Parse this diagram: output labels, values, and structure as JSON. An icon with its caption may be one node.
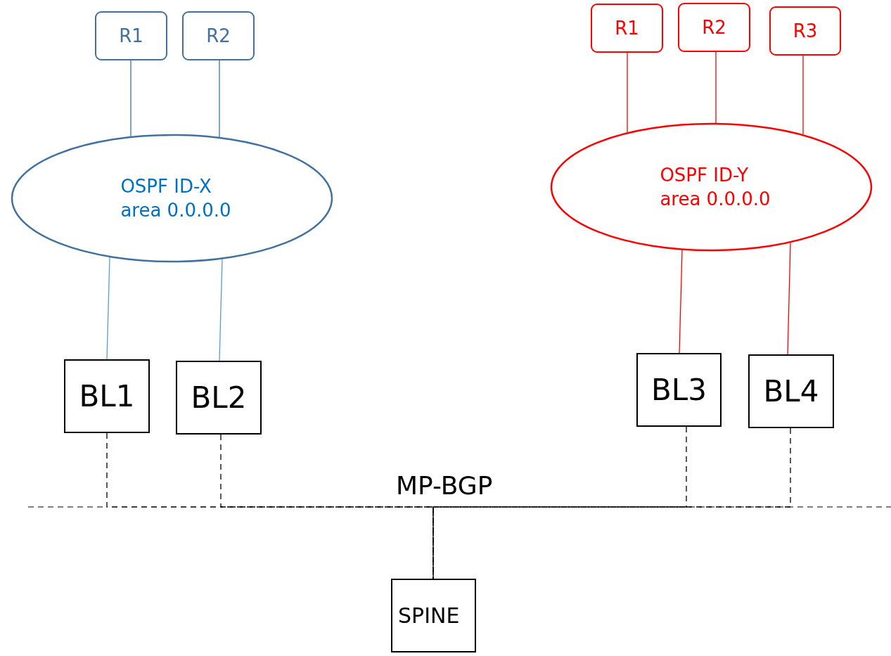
{
  "diagram": {
    "nodes": [
      {
        "text": [
          "R1"
        ]
      },
      {
        "text": [
          "R2"
        ]
      },
      {
        "text": [
          "OSPF ID-X",
          "area 0.0.0.0"
        ]
      },
      {
        "text": [
          "R1"
        ]
      },
      {
        "text": [
          "R2"
        ]
      },
      {
        "text": [
          "R3"
        ]
      },
      {
        "text": [
          "OSPF ID-Y",
          "area 0.0.0.0"
        ]
      },
      {
        "text": [
          "BL1"
        ]
      },
      {
        "text": [
          "BL2"
        ]
      },
      {
        "text": [
          "BL3"
        ]
      },
      {
        "text": [
          "BL4"
        ]
      },
      {
        "text": [
          "SPINE"
        ]
      }
    ],
    "edges": [
      {
        "from": 0,
        "to": 2,
        "arrow": "none",
        "color": "#2e75b6"
      },
      {
        "from": 1,
        "to": 2,
        "arrow": "none",
        "color": "#2e75b6"
      },
      {
        "from": 3,
        "to": 6,
        "arrow": "none",
        "color": "#ff0000"
      },
      {
        "from": 4,
        "to": 6,
        "arrow": "none",
        "color": "#ff0000"
      },
      {
        "from": 5,
        "to": 6,
        "arrow": "none",
        "color": "#ff0000"
      },
      {
        "from": 2,
        "to": 7,
        "arrow": "none",
        "color": "#5b9bd5"
      },
      {
        "from": 2,
        "to": 8,
        "arrow": "none",
        "color": "#5b9bd5"
      },
      {
        "from": 6,
        "to": 9,
        "arrow": "none",
        "color": "#ff0000"
      },
      {
        "from": 6,
        "to": 10,
        "arrow": "none",
        "color": "#ff0000"
      },
      {
        "from": 7,
        "to": 11,
        "arrow": "none",
        "style": "dashed",
        "color": "#000000"
      },
      {
        "from": 8,
        "to": 11,
        "arrow": "none",
        "style": "dashed",
        "color": "#000000"
      },
      {
        "from": 9,
        "to": 11,
        "arrow": "none",
        "style": "dashed",
        "color": "#000000"
      },
      {
        "from": 10,
        "to": 11,
        "arrow": "none",
        "style": "dashed",
        "color": "#000000"
      }
    ],
    "labels": [
      "MP-BGP"
    ]
  }
}
